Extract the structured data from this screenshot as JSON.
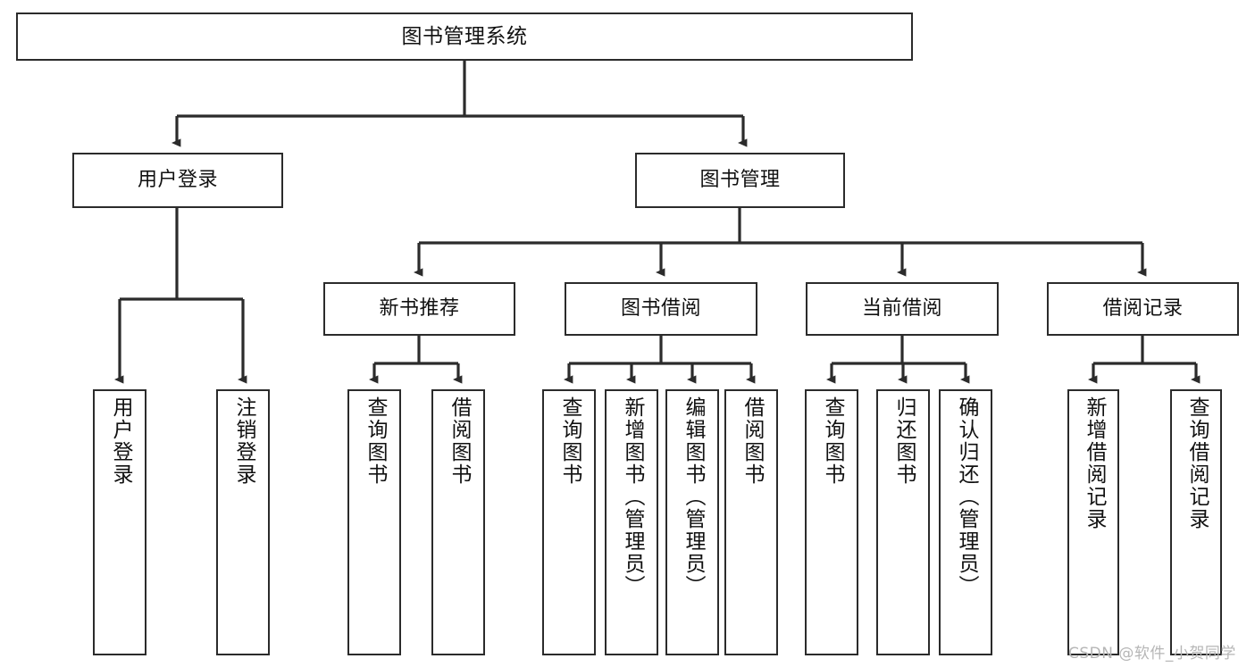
{
  "diagram": {
    "title": "图书管理系统",
    "orientation": "top-down-tree",
    "colors": {
      "node_border": "#2b2b2b",
      "node_fill": "#ffffff",
      "edge": "#2b2b2b",
      "text": "#111111",
      "watermark": "#b6b6b6",
      "background": "#ffffff"
    },
    "nodes": {
      "root": {
        "label": "图书管理系统"
      },
      "level2": [
        {
          "id": "user-login",
          "label": "用户登录"
        },
        {
          "id": "book-manage",
          "label": "图书管理"
        }
      ],
      "level3": [
        {
          "id": "new-book-recommend",
          "label": "新书推荐"
        },
        {
          "id": "book-borrow",
          "label": "图书借阅"
        },
        {
          "id": "current-borrow",
          "label": "当前借阅"
        },
        {
          "id": "borrow-record",
          "label": "借阅记录"
        }
      ],
      "leaves": [
        {
          "id": "leaf-user-login",
          "label": "用户登录",
          "parent": "user-login"
        },
        {
          "id": "leaf-logout",
          "label": "注销登录",
          "parent": "user-login"
        },
        {
          "id": "leaf-query-book-1",
          "label": "查询图书",
          "parent": "new-book-recommend"
        },
        {
          "id": "leaf-borrow-book-1",
          "label": "借阅图书",
          "parent": "new-book-recommend"
        },
        {
          "id": "leaf-query-book-2",
          "label": "查询图书",
          "parent": "book-borrow"
        },
        {
          "id": "leaf-add-book",
          "label": "新增图书（管理员）",
          "parent": "book-borrow"
        },
        {
          "id": "leaf-edit-book",
          "label": "编辑图书（管理员）",
          "parent": "book-borrow"
        },
        {
          "id": "leaf-borrow-book-2",
          "label": "借阅图书",
          "parent": "book-borrow"
        },
        {
          "id": "leaf-query-book-3",
          "label": "查询图书",
          "parent": "current-borrow"
        },
        {
          "id": "leaf-return-book",
          "label": "归还图书",
          "parent": "current-borrow"
        },
        {
          "id": "leaf-confirm-return",
          "label": "确认归还（管理员）",
          "parent": "current-borrow"
        },
        {
          "id": "leaf-add-record",
          "label": "新增借阅记录",
          "parent": "borrow-record"
        },
        {
          "id": "leaf-query-record",
          "label": "查询借阅记录",
          "parent": "borrow-record"
        }
      ]
    },
    "watermark": "CSDN @软件_小贺同学"
  }
}
